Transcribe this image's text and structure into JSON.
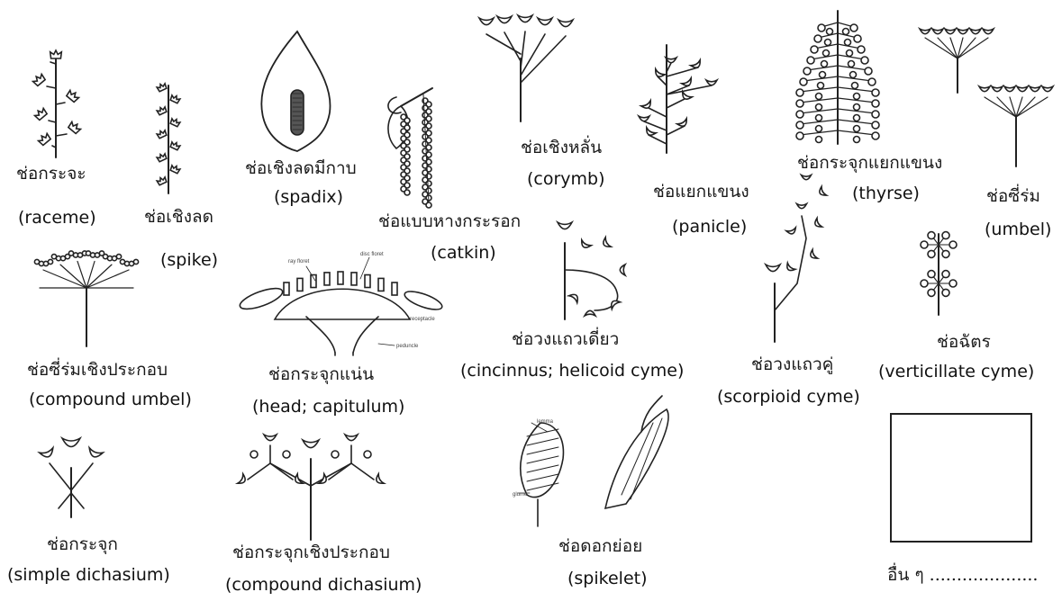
{
  "diagram": {
    "items": [
      {
        "key": "raceme",
        "th": "ช่อกระจะ",
        "en": "(raceme)"
      },
      {
        "key": "spike",
        "th": "ช่อเชิงลด",
        "en": "(spike)"
      },
      {
        "key": "spadix",
        "th": "ช่อเชิงลดมีกาบ",
        "en": "(spadix)"
      },
      {
        "key": "catkin",
        "th": "ช่อแบบหางกระรอก",
        "en": "(catkin)"
      },
      {
        "key": "corymb",
        "th": "ช่อเชิงหลั่น",
        "en": "(corymb)"
      },
      {
        "key": "panicle",
        "th": "ช่อแยกแขนง",
        "en": "(panicle)"
      },
      {
        "key": "thyrse",
        "th": "ช่อกระจุกแยกแขนง",
        "en": "(thyrse)"
      },
      {
        "key": "umbel",
        "th": "ช่อซี่ร่ม",
        "en": "(umbel)"
      },
      {
        "key": "compound_umbel",
        "th": "ช่อซี่ร่มเชิงประกอบ",
        "en": "(compound umbel)"
      },
      {
        "key": "head",
        "th": "ช่อกระจุกแน่น",
        "en": "(head; capitulum)"
      },
      {
        "key": "cincinnus",
        "th": "ช่อวงแถวเดี่ยว",
        "en": "(cincinnus; helicoid cyme)"
      },
      {
        "key": "scorpioid",
        "th": "ช่อวงแถวคู่",
        "en": "(scorpioid cyme)"
      },
      {
        "key": "verticillate",
        "th": "ช่อฉัตร",
        "en": "(verticillate cyme)"
      },
      {
        "key": "simple_dichasium",
        "th": "ช่อกระจุก",
        "en": "(simple dichasium)"
      },
      {
        "key": "compound_dichasium",
        "th": "ช่อกระจุกเชิงประกอบ",
        "en": "(compound dichasium)"
      },
      {
        "key": "spikelet",
        "th": "ช่อดอกย่อย",
        "en": "(spikelet)"
      }
    ],
    "other_label": "อื่น ๆ ....................",
    "head_annotations": {
      "ray": "ray floret",
      "disc": "disc floret",
      "receptacle": "receptacle",
      "peduncle": "peduncle"
    },
    "spikelet_annotations": {
      "lemma": "lemma",
      "glume": "glume"
    }
  }
}
